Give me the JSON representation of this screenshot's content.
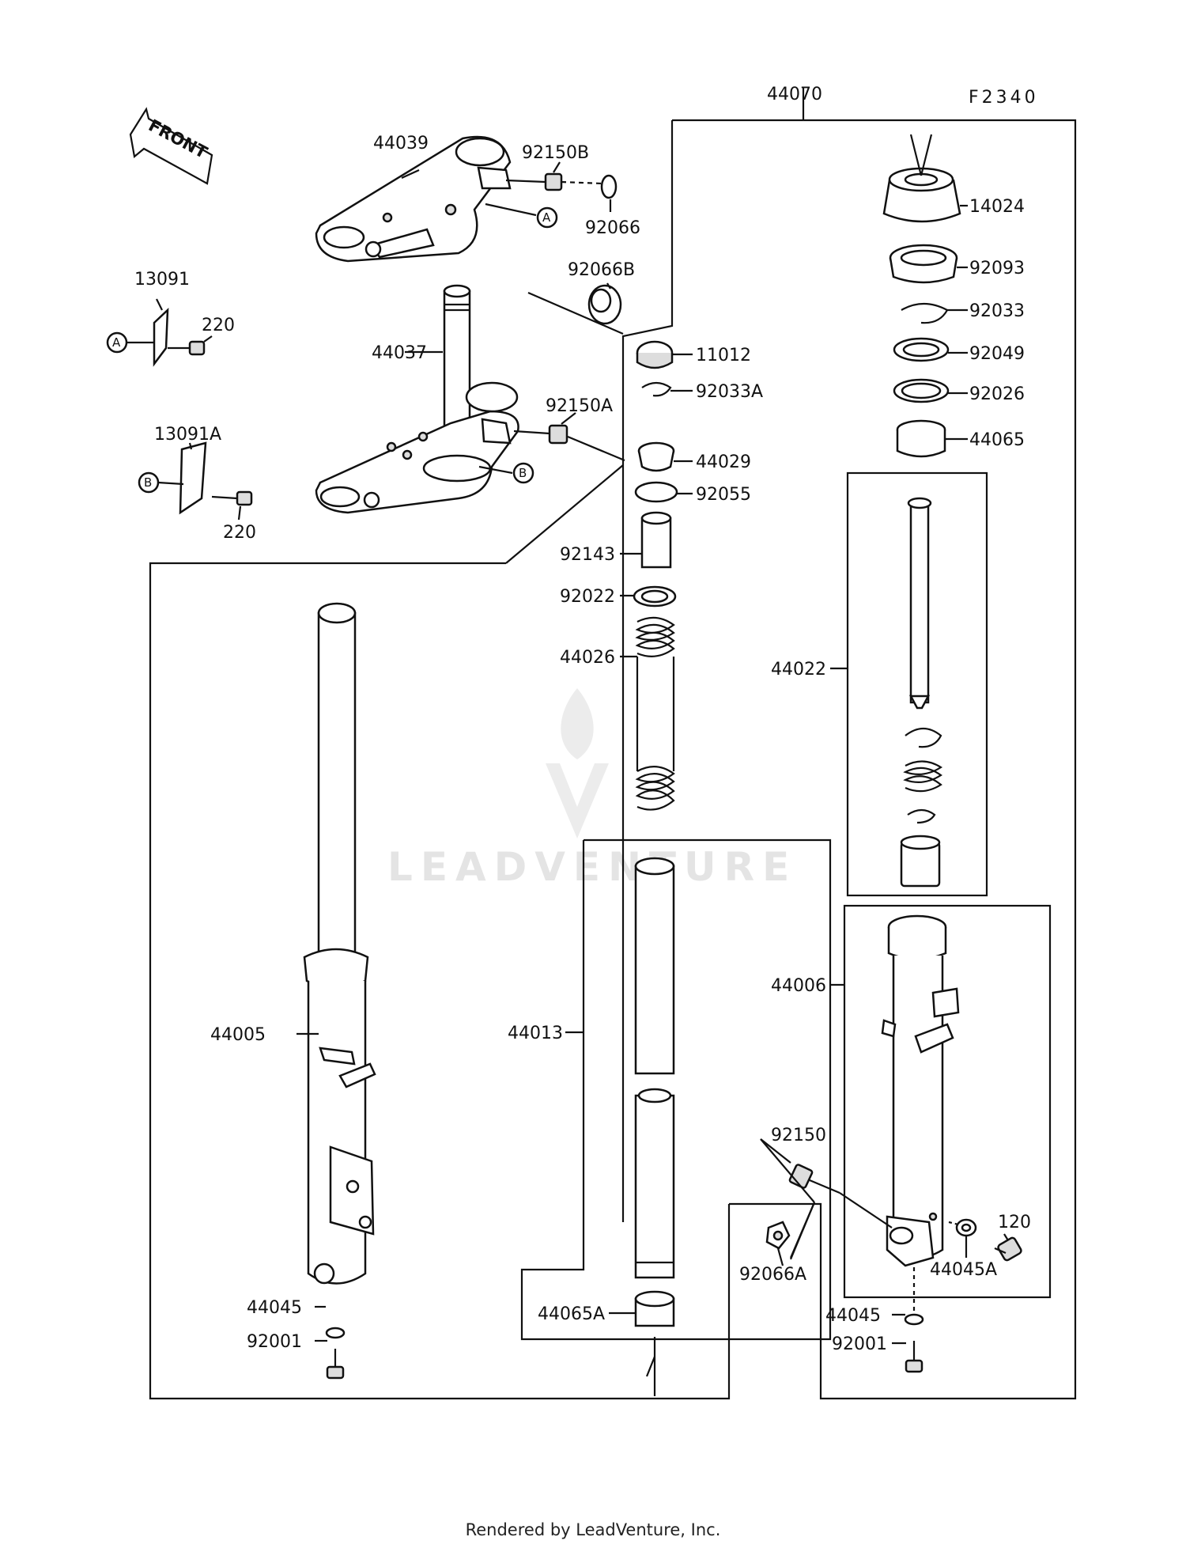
{
  "diagram_code": "F2340",
  "front_label": "FRONT",
  "watermark": "LEADVENTURE",
  "footer": "Rendered by LeadVenture, Inc.",
  "callouts": {
    "c44070": "44070",
    "c44039": "44039",
    "c92150B": "92150B",
    "c92066": "92066",
    "c92066B": "92066B",
    "c13091": "13091",
    "c220a": "220",
    "c44037": "44037",
    "c92150A": "92150A",
    "c13091A": "13091A",
    "c220b": "220",
    "c14024": "14024",
    "c92093": "92093",
    "c92033": "92033",
    "c92049": "92049",
    "c92026": "92026",
    "c44065": "44065",
    "c11012": "11012",
    "c92033A": "92033A",
    "c44029": "44029",
    "c92055": "92055",
    "c92143": "92143",
    "c92022": "92022",
    "c44026": "44026",
    "c44022": "44022",
    "c44006": "44006",
    "c44005": "44005",
    "c44013": "44013",
    "c92150": "92150",
    "c120": "120",
    "c44045A": "44045A",
    "c92066A": "92066A",
    "c44045a": "44045",
    "c92001a": "92001",
    "c44065A": "44065A",
    "c44045b": "44045",
    "c92001b": "92001"
  },
  "markers": {
    "A": "A",
    "B": "B"
  }
}
